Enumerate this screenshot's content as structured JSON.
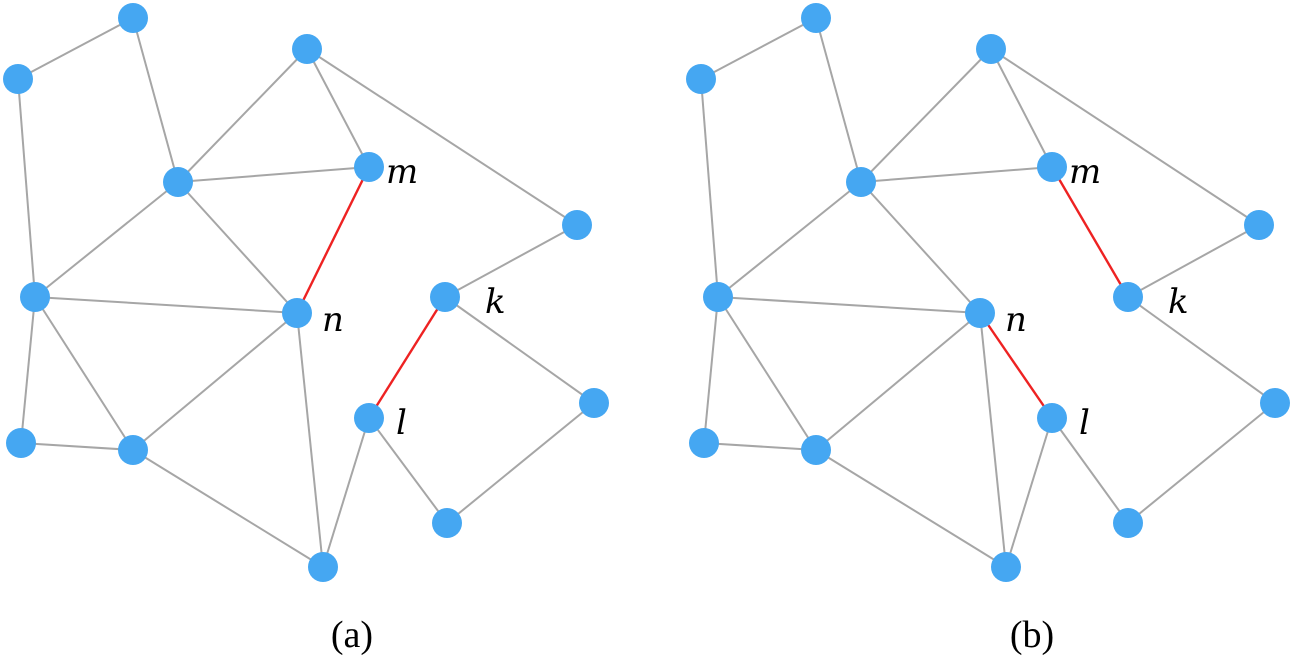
{
  "panels": [
    {
      "id": "a",
      "caption": "(a)",
      "node_labels": {
        "m": "m",
        "n": "n",
        "k": "k",
        "l": "l"
      },
      "highlighted_edges": [
        [
          "m",
          "n"
        ],
        [
          "k",
          "l"
        ]
      ]
    },
    {
      "id": "b",
      "caption": "(b)",
      "node_labels": {
        "m": "m",
        "n": "n",
        "k": "k",
        "l": "l"
      },
      "highlighted_edges": [
        [
          "m",
          "k"
        ],
        [
          "n",
          "l"
        ]
      ]
    }
  ],
  "colors": {
    "node": "#45a7f2",
    "edge": "#a6a6a6",
    "highlight_edge": "#ee2222"
  }
}
